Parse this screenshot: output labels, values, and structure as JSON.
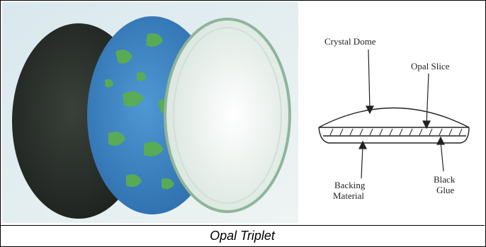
{
  "figure": {
    "caption": "Opal Triplet",
    "labels": {
      "crystal_dome": "Crystal Dome",
      "opal_slice": "Opal Slice",
      "backing_line1": "Backing",
      "backing_line2": "Material",
      "black_line1": "Black",
      "black_line2": "Glue"
    }
  },
  "colors": {
    "backing_disc": "#2a2f2a",
    "opal_blue": "#3f86c6",
    "opal_green": "#5cb04a",
    "dome_white": "#eef3ef",
    "background": "#ffffff"
  }
}
